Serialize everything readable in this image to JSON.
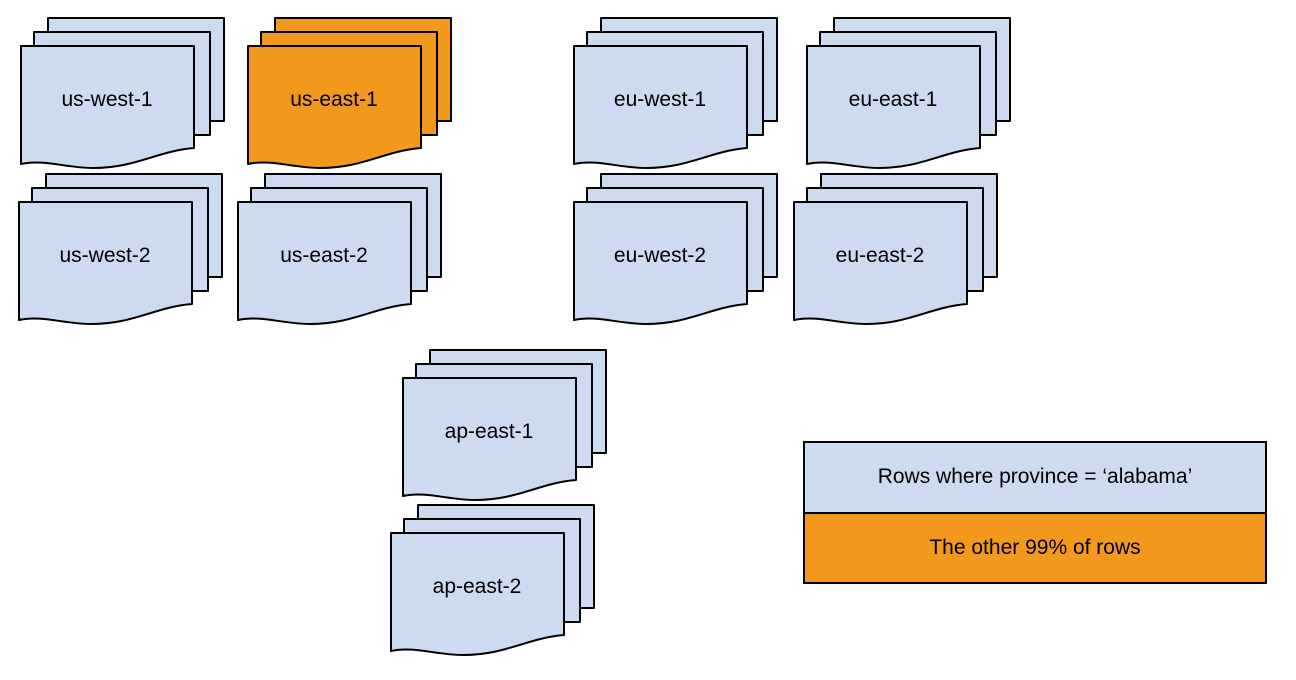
{
  "colors": {
    "page_blue": "#cddbf0",
    "page_orange": "#f2981d",
    "outline": "#000000"
  },
  "stacks": [
    {
      "label": "us-west-1",
      "highlight": false
    },
    {
      "label": "us-east-1",
      "highlight": true
    },
    {
      "label": "eu-west-1",
      "highlight": false
    },
    {
      "label": "eu-east-1",
      "highlight": false
    },
    {
      "label": "us-west-2",
      "highlight": false
    },
    {
      "label": "us-east-2",
      "highlight": false
    },
    {
      "label": "eu-west-2",
      "highlight": false
    },
    {
      "label": "eu-east-2",
      "highlight": false
    },
    {
      "label": "ap-east-1",
      "highlight": false
    },
    {
      "label": "ap-east-2",
      "highlight": false
    }
  ],
  "legend": {
    "items": [
      {
        "label": "Rows where province = ‘alabama’",
        "color": "#cddbf0"
      },
      {
        "label": "The other 99% of rows",
        "color": "#f2981d"
      }
    ]
  }
}
